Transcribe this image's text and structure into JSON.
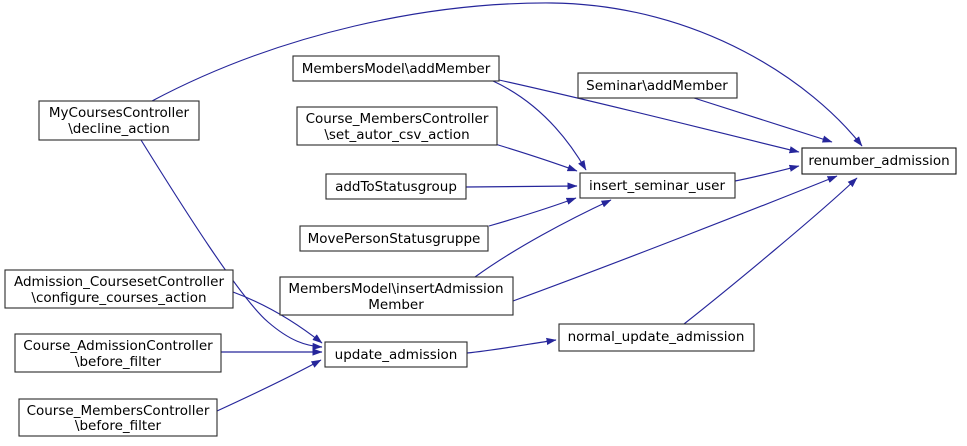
{
  "diagram": {
    "kind": "doxygen-caller-graph",
    "focus_node": "renumber_admission"
  },
  "colors": {
    "edge": "#26269b",
    "node_fill": "#ffffff",
    "node_border": "#2b2b2b",
    "highlight_fill": "#c0c0c0",
    "background": "#ffffff",
    "text": "#000000"
  },
  "nodes": {
    "mycourses_decline_action": {
      "line1": "MyCoursesController",
      "line2": "\\decline_action"
    },
    "membersmodel_addmember": {
      "line1": "MembersModel\\addMember"
    },
    "seminar_addmember": {
      "line1": "Seminar\\addMember"
    },
    "course_members_set_autor_csv_action": {
      "line1": "Course_MembersController",
      "line2": "\\set_autor_csv_action"
    },
    "addtostatusgroup": {
      "line1": "addToStatusgroup"
    },
    "movepersonstatusgruppe": {
      "line1": "MovePersonStatusgruppe"
    },
    "membersmodel_insertadmissionmember": {
      "line1": "MembersModel\\insertAdmission",
      "line2": "Member"
    },
    "insert_seminar_user": {
      "line1": "insert_seminar_user"
    },
    "renumber_admission": {
      "line1": "renumber_admission"
    },
    "admission_courseset_configure_courses_action": {
      "line1": "Admission_CoursesetController",
      "line2": "\\configure_courses_action"
    },
    "course_admission_before_filter": {
      "line1": "Course_AdmissionController",
      "line2": "\\before_filter"
    },
    "course_members_before_filter": {
      "line1": "Course_MembersController",
      "line2": "\\before_filter"
    },
    "update_admission": {
      "line1": "update_admission"
    },
    "normal_update_admission": {
      "line1": "normal_update_admission"
    }
  },
  "edges": [
    {
      "from": "mycourses_decline_action",
      "to": "renumber_admission"
    },
    {
      "from": "mycourses_decline_action",
      "to": "update_admission"
    },
    {
      "from": "membersmodel_addmember",
      "to": "renumber_admission"
    },
    {
      "from": "membersmodel_addmember",
      "to": "insert_seminar_user"
    },
    {
      "from": "seminar_addmember",
      "to": "renumber_admission"
    },
    {
      "from": "course_members_set_autor_csv_action",
      "to": "insert_seminar_user"
    },
    {
      "from": "addtostatusgroup",
      "to": "insert_seminar_user"
    },
    {
      "from": "movepersonstatusgruppe",
      "to": "insert_seminar_user"
    },
    {
      "from": "membersmodel_insertadmissionmember",
      "to": "insert_seminar_user"
    },
    {
      "from": "membersmodel_insertadmissionmember",
      "to": "renumber_admission"
    },
    {
      "from": "insert_seminar_user",
      "to": "renumber_admission"
    },
    {
      "from": "update_admission",
      "to": "normal_update_admission"
    },
    {
      "from": "normal_update_admission",
      "to": "renumber_admission"
    },
    {
      "from": "admission_courseset_configure_courses_action",
      "to": "update_admission"
    },
    {
      "from": "course_admission_before_filter",
      "to": "update_admission"
    },
    {
      "from": "course_members_before_filter",
      "to": "update_admission"
    }
  ]
}
